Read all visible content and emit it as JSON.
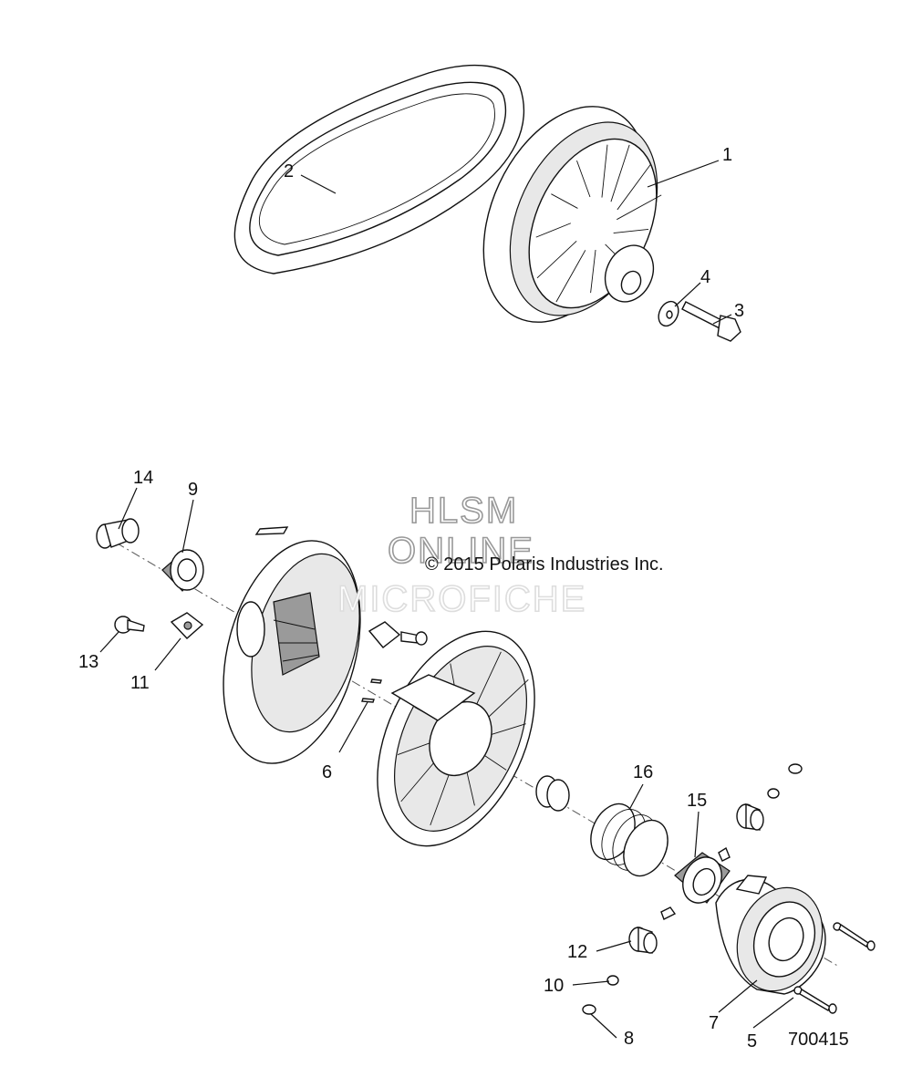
{
  "watermark": {
    "line1": "HLSM",
    "line2": "ONLINE",
    "line3": "MICROFICHE"
  },
  "copyright": "© 2015 Polaris Industries Inc.",
  "diagram_number": "700415",
  "callouts": {
    "c1": "1",
    "c2": "2",
    "c3": "3",
    "c4": "4",
    "c5": "5",
    "c6": "6",
    "c7": "7",
    "c8": "8",
    "c9": "9",
    "c10": "10",
    "c11": "11",
    "c12": "12",
    "c13": "13",
    "c14": "14",
    "c15": "15",
    "c16": "16"
  }
}
